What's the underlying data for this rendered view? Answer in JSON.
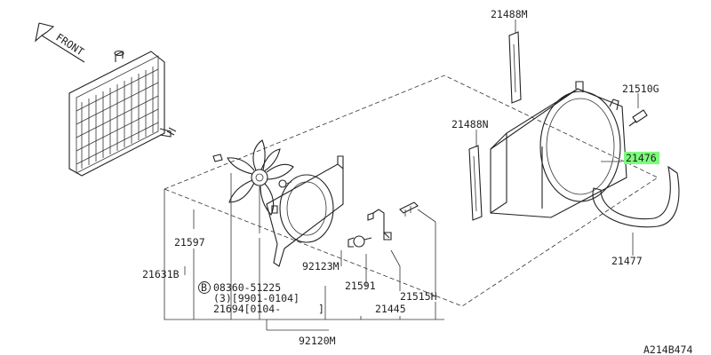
{
  "diagram": {
    "front_label": "FRONT",
    "highlight_color": "#7CFC7C",
    "parts": {
      "p21488M": "21488M",
      "p21510G": "21510G",
      "p21488N": "21488N",
      "p21476": "21476",
      "p21477": "21477",
      "p21597": "21597",
      "p21631B": "21631B",
      "p92123M": "92123M",
      "p21591": "21591",
      "p21515H": "21515H",
      "p21445": "21445",
      "p92120M": "92120M"
    },
    "bolt_note": {
      "circle_letter": "B",
      "part_number": "08360-51225",
      "qty_line": "(3)[9901-0104]",
      "sub_line": "21694[0104-",
      "sub_line_end": "]"
    },
    "diagram_code": "A214B474"
  }
}
